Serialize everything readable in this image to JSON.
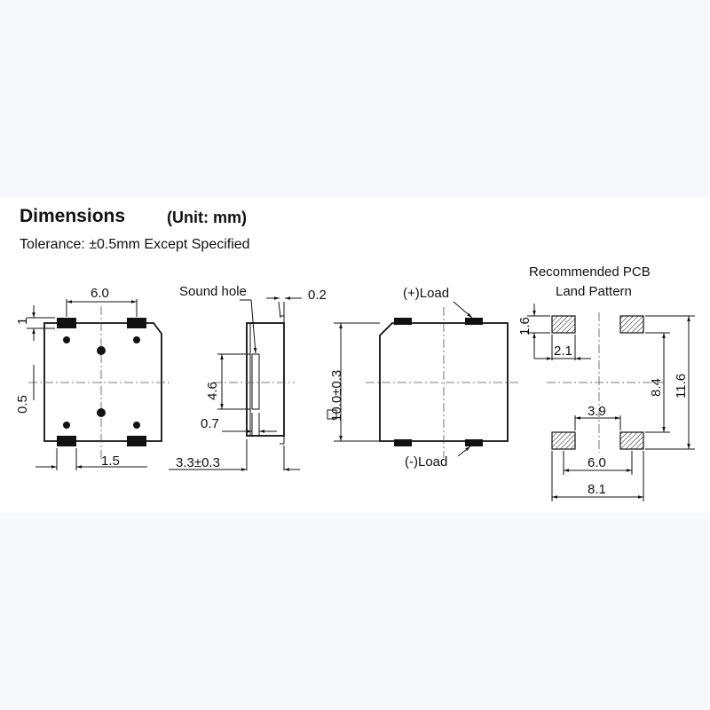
{
  "header": {
    "title": "Dimensions",
    "unit": "(Unit: mm)",
    "tolerance": "Tolerance: ±0.5mm Except Specified"
  },
  "bottom_view": {
    "dim_width": "6.0",
    "dim_pad_height": "1",
    "dim_center": "0.5",
    "dim_pitch": "1.5"
  },
  "side_view": {
    "sound_hole_label": "Sound hole",
    "dim_top": "0.2",
    "dim_hole_length": "4.6",
    "dim_hole_width": "0.7",
    "dim_thickness": "3.3±0.3"
  },
  "top_view": {
    "plus_label": "(+)Load",
    "minus_label": "(-)Load",
    "dim_size": "10.0±0.3"
  },
  "pcb": {
    "title_line1": "Recommended PCB",
    "title_line2": "Land Pattern",
    "dim_pad_h": "1.6",
    "dim_pad_w": "2.1",
    "dim_inner_v": "8.4",
    "dim_outer_v": "11.6",
    "dim_gap": "3.9",
    "dim_inner_h": "6.0",
    "dim_outer_h": "8.1"
  }
}
